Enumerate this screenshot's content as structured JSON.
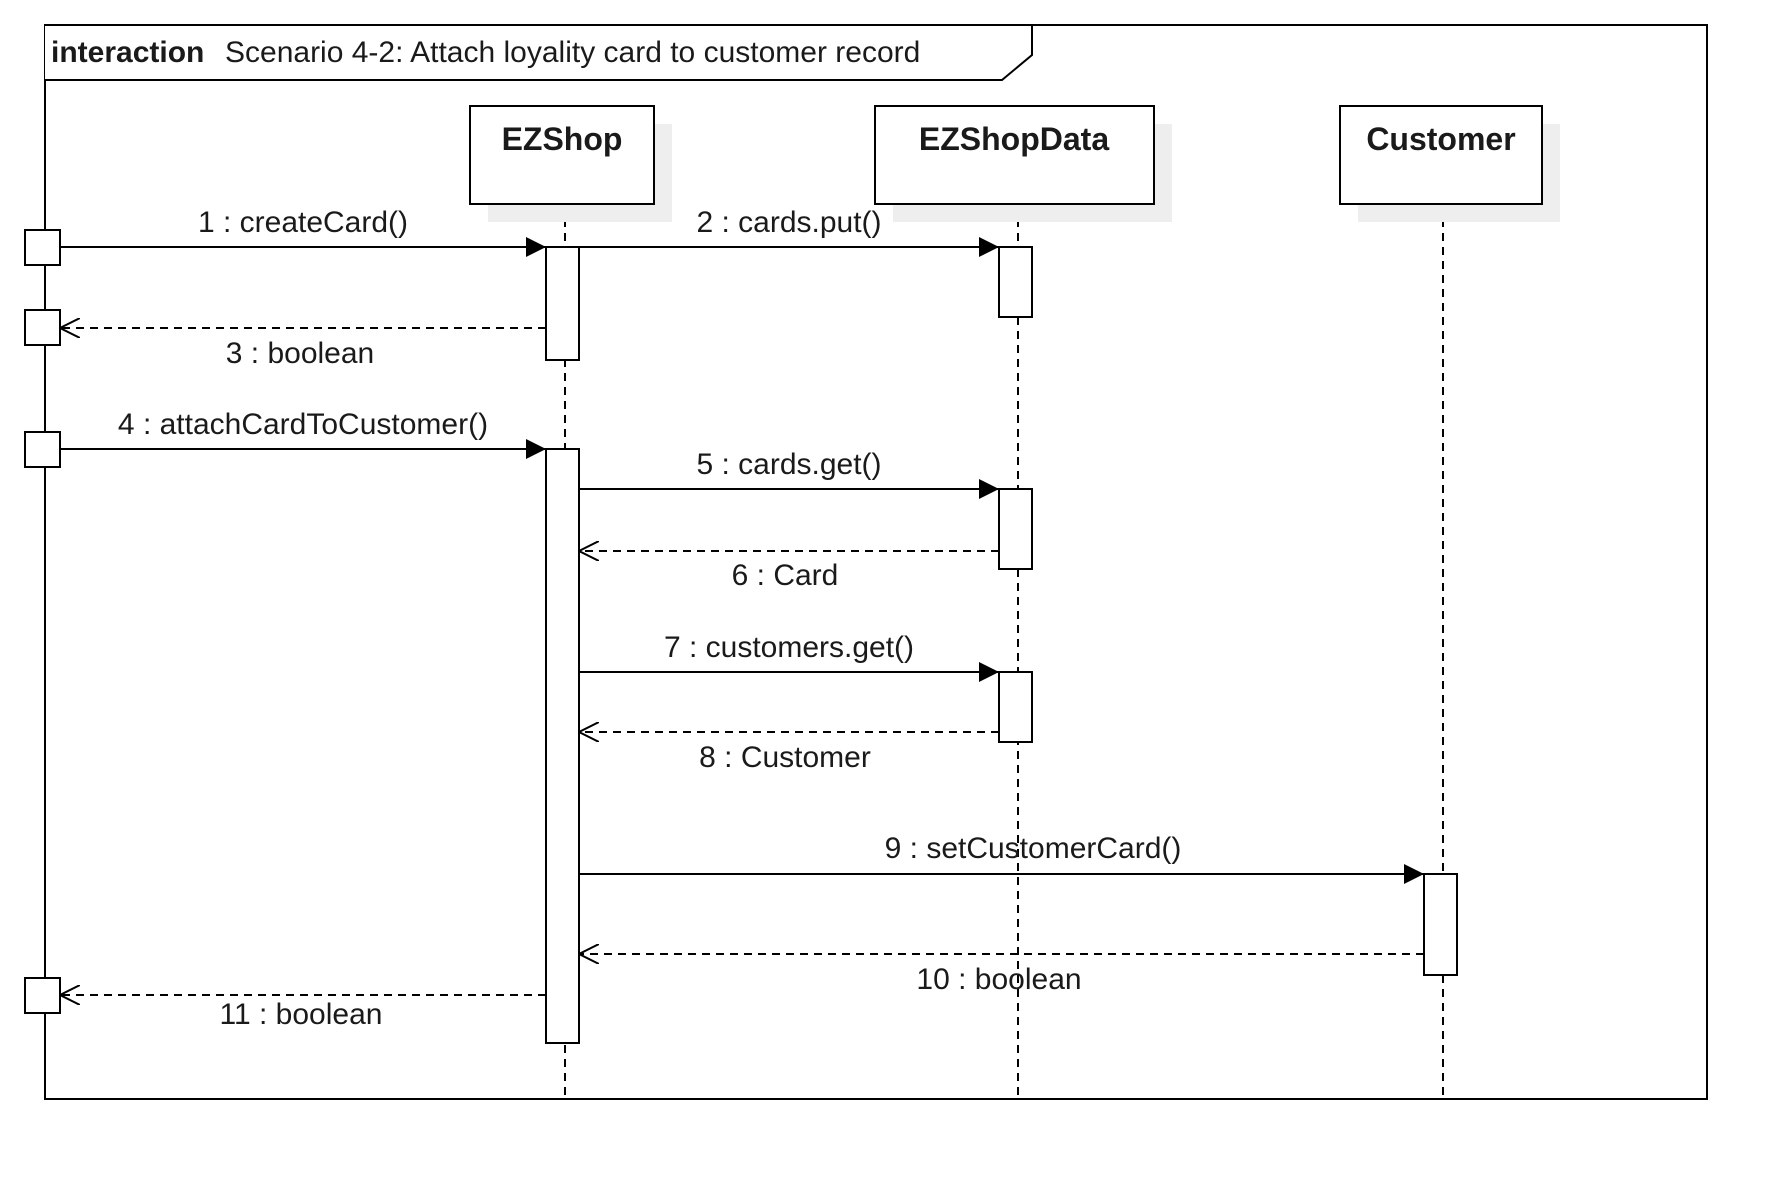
{
  "frame": {
    "keyword": "interaction",
    "title": "Scenario 4-2: Attach loyality card to customer record"
  },
  "participants": [
    {
      "id": "ezshop",
      "name": "EZShop"
    },
    {
      "id": "ezshopdata",
      "name": "EZShopData"
    },
    {
      "id": "customer",
      "name": "Customer"
    }
  ],
  "messages": [
    {
      "label": "1 : createCard()",
      "from": "frame",
      "to": "ezshop",
      "kind": "call"
    },
    {
      "label": "2 : cards.put()",
      "from": "ezshop",
      "to": "ezshopdata",
      "kind": "call"
    },
    {
      "label": "3 : boolean",
      "from": "ezshop",
      "to": "frame",
      "kind": "reply"
    },
    {
      "label": "4 : attachCardToCustomer()",
      "from": "frame",
      "to": "ezshop",
      "kind": "call"
    },
    {
      "label": "5 : cards.get()",
      "from": "ezshop",
      "to": "ezshopdata",
      "kind": "call"
    },
    {
      "label": "6 : Card",
      "from": "ezshopdata",
      "to": "ezshop",
      "kind": "reply"
    },
    {
      "label": "7 : customers.get()",
      "from": "ezshop",
      "to": "ezshopdata",
      "kind": "call"
    },
    {
      "label": "8 : Customer",
      "from": "ezshopdata",
      "to": "ezshop",
      "kind": "reply"
    },
    {
      "label": "9 : setCustomerCard()",
      "from": "ezshop",
      "to": "customer",
      "kind": "call"
    },
    {
      "label": "10 : boolean",
      "from": "customer",
      "to": "ezshop",
      "kind": "reply"
    },
    {
      "label": "11 : boolean",
      "from": "ezshop",
      "to": "frame",
      "kind": "reply"
    }
  ]
}
